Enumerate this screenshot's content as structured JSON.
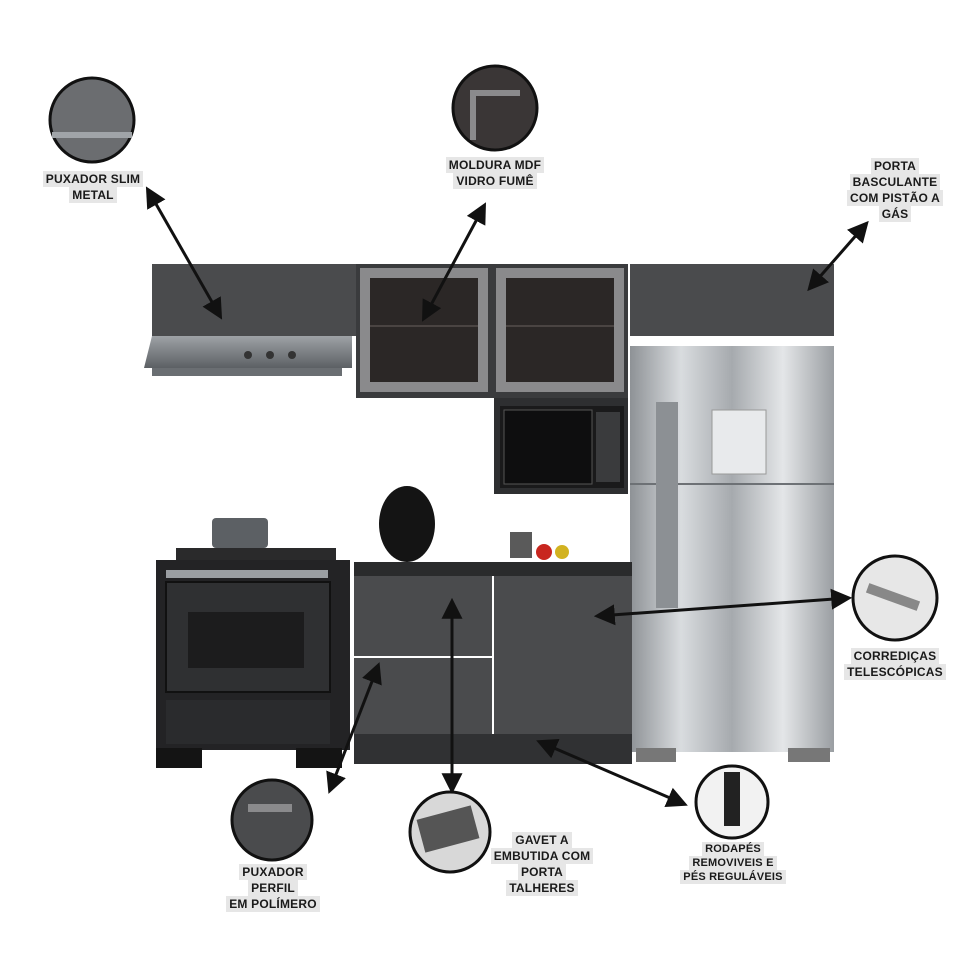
{
  "callouts": {
    "puxador_slim": "PUXADOR SLIM\nMETAL",
    "moldura": "MOLDURA MDF\nVIDRO FUMÊ",
    "porta_basculante": "PORTA\nBASCULANTE\nCOM PISTÃO A\nGÁS",
    "corredicas": "CORREDIÇAS\nTELESCÓPICAS",
    "puxador_perfil": "PUXADOR PERFIL\nEM POLÍMERO",
    "gaveta": "GAVET A\nEMBUTIDA COM\nPORTA TALHERES",
    "rodapes": "RODAPÉS\nREMOVIVEIS E\nPÉS REGULÁVEIS"
  },
  "icons": [
    "handle-detail-icon",
    "frame-detail-icon",
    "slide-rail-icon",
    "profile-handle-icon",
    "cutlery-drawer-icon",
    "adjustable-foot-icon"
  ],
  "colors": {
    "cabinet": "#4a4b4d",
    "cabinet_dark": "#3a3b3d",
    "frame": "#8a8a8c",
    "steel": "#b8bcc0",
    "label_bg": "#e6e6e6"
  }
}
